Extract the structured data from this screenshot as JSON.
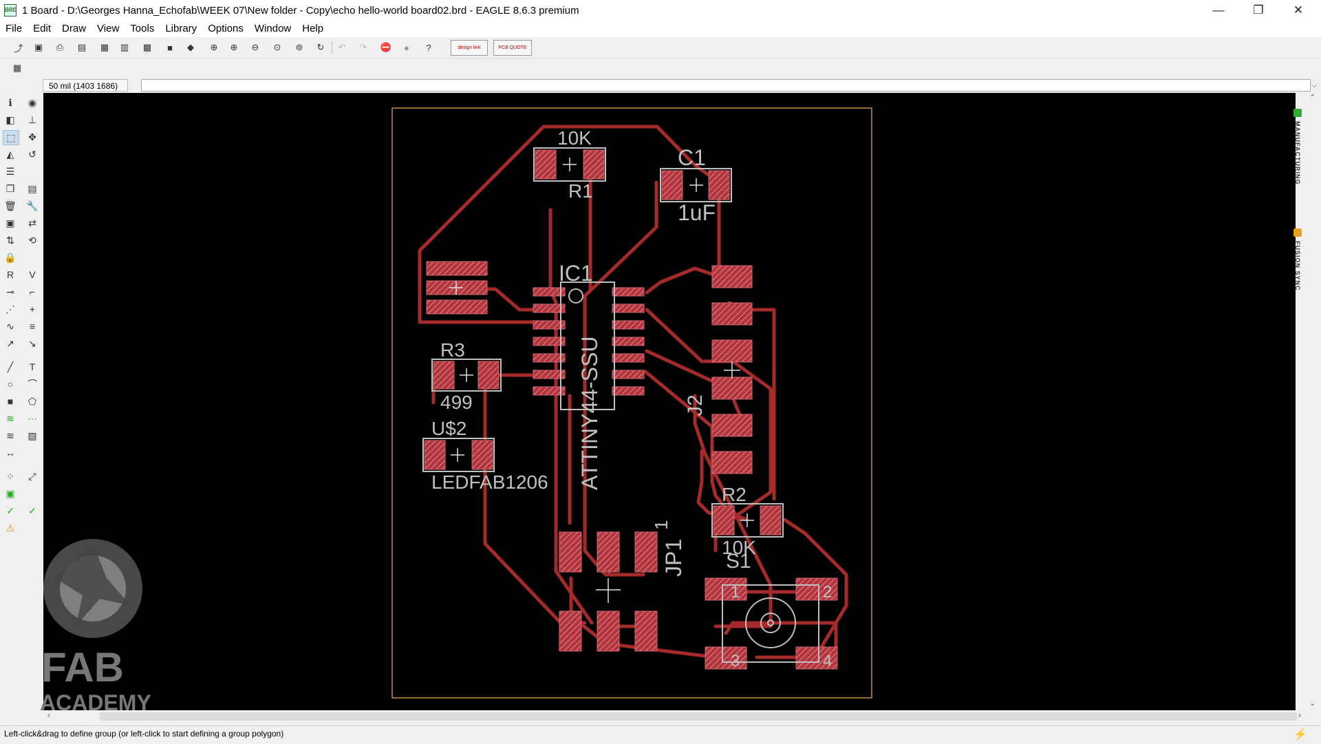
{
  "window": {
    "title": "1 Board - D:\\Georges Hanna_Echofab\\WEEK 07\\New folder - Copy\\echo hello-world board02.brd - EAGLE 8.6.3 premium",
    "app_icon_text": "BRD",
    "controls": {
      "minimize": "—",
      "restore": "❐",
      "close": "✕"
    }
  },
  "menu": [
    "File",
    "Edit",
    "Draw",
    "View",
    "Tools",
    "Library",
    "Options",
    "Window",
    "Help"
  ],
  "toolbar": {
    "design_link_label": "design link",
    "pcb_quote_label": "PCB QUOTE"
  },
  "command_line": {
    "grid_coordinate": "50 mil (1403 1686)",
    "value": ""
  },
  "side_panels": [
    "MANUFACTURING",
    "FUSION SYNC"
  ],
  "status": {
    "message": "Left-click&drag to define group (or left-click to start defining a group polygon)"
  },
  "watermark": {
    "line1": "FAB",
    "line2": "ACADEMY"
  },
  "colors": {
    "board_background": "#000000",
    "board_outline": "#c09040",
    "trace": "#a52a2a",
    "pad": "#c0404a",
    "silkscreen": "#c0c0c0"
  },
  "board": {
    "components": [
      {
        "ref": "R1",
        "value": "10K"
      },
      {
        "ref": "C1",
        "value": "1uF"
      },
      {
        "ref": "IC1",
        "value": "ATTINY44-SSU"
      },
      {
        "ref": "R3",
        "value": "499"
      },
      {
        "ref": "U$2",
        "value": "LEDFAB1206"
      },
      {
        "ref": "J2",
        "value": ""
      },
      {
        "ref": "R2",
        "value": "10K"
      },
      {
        "ref": "JP1",
        "value": "1"
      },
      {
        "ref": "S1",
        "value": ""
      }
    ],
    "switch_pins": [
      "1",
      "2",
      "3",
      "4"
    ]
  }
}
